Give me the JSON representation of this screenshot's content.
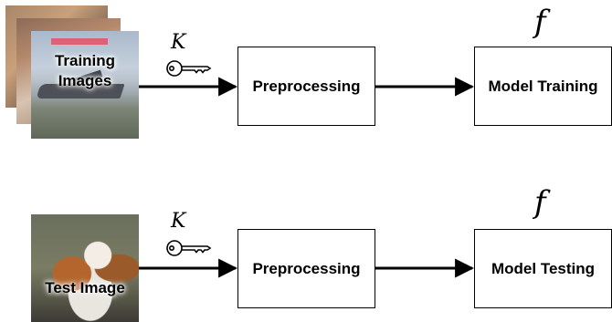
{
  "top_row": {
    "input_label_line1": "Training",
    "input_label_line2": "Images",
    "key_symbol": "K",
    "preprocess_label": "Preprocessing",
    "model_label": "Model Training",
    "model_symbol": "f"
  },
  "bottom_row": {
    "input_label": "Test Image",
    "key_symbol": "K",
    "preprocess_label": "Preprocessing",
    "model_label": "Model Testing",
    "model_symbol": "f"
  },
  "icons": [
    "key-icon"
  ]
}
